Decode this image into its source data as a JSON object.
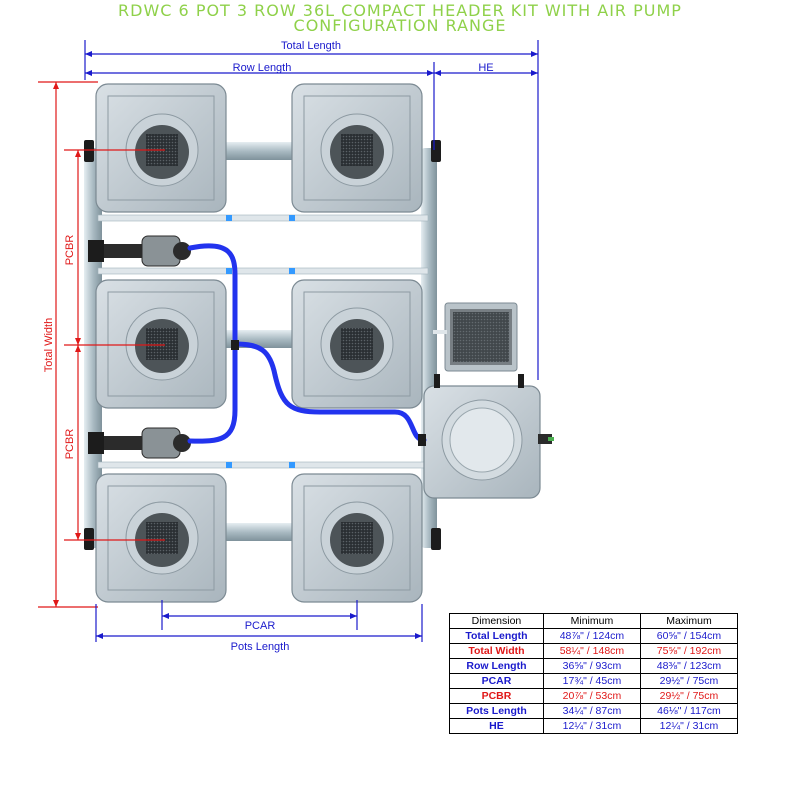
{
  "title": {
    "line1": "RDWC 6 POT 3 ROW 36L COMPACT HEADER KIT WITH AIR PUMP",
    "line2": "CONFIGURATION RANGE"
  },
  "labels": {
    "total_length": "Total Length",
    "row_length": "Row Length",
    "he": "HE",
    "total_width": "Total Width",
    "pcbr_upper": "PCBR",
    "pcbr_lower": "PCBR",
    "pcar": "PCAR",
    "pots_length": "Pots Length"
  },
  "colors": {
    "title": "#8fd14a",
    "dim_blue": "#1a1acc",
    "dim_red": "#e01818",
    "pot_body": "#c3ccd3",
    "pipe": "#b8c8cf",
    "hose": "#2233ee"
  },
  "table": {
    "headers": [
      "Dimension",
      "Minimum",
      "Maximum"
    ],
    "rows": [
      {
        "name": "Total Length",
        "min": "48⅞\" / 124cm",
        "max": "60⅝\" / 154cm",
        "color": "blue"
      },
      {
        "name": "Total Width",
        "min": "58¼\" / 148cm",
        "max": "75⅝\" / 192cm",
        "color": "red"
      },
      {
        "name": "Row Length",
        "min": "36⅝\" / 93cm",
        "max": "48⅜\" / 123cm",
        "color": "blue"
      },
      {
        "name": "PCAR",
        "min": "17¾\" / 45cm",
        "max": "29½\" / 75cm",
        "color": "blue"
      },
      {
        "name": "PCBR",
        "min": "20⅞\" / 53cm",
        "max": "29½\" / 75cm",
        "color": "red"
      },
      {
        "name": "Pots Length",
        "min": "34¼\" / 87cm",
        "max": "46⅛\" / 117cm",
        "color": "blue"
      },
      {
        "name": "HE",
        "min": "12¼\" / 31cm",
        "max": "12¼\" / 31cm",
        "color": "blue"
      }
    ]
  }
}
